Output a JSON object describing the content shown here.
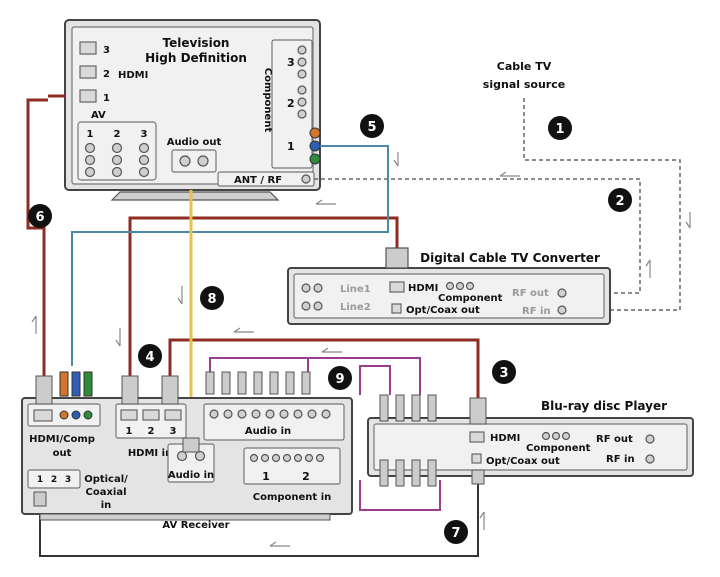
{
  "labels": {
    "tv_title_1": "Television",
    "tv_title_2": "High Definition",
    "tv_hdmi": "HDMI",
    "tv_av": "AV",
    "tv_component": "Component",
    "tv_audio_out": "Audio out",
    "tv_ant_rf": "ANT / RF",
    "tv_hdmi_3": "3",
    "tv_hdmi_2": "2",
    "tv_hdmi_1": "1",
    "tv_comp_3": "3",
    "tv_comp_2": "2",
    "tv_comp_1": "1",
    "tv_av_1": "1",
    "tv_av_2": "2",
    "tv_av_3": "3",
    "cable_source_1": "Cable TV",
    "cable_source_2": "signal source",
    "converter_title": "Digital Cable TV Converter",
    "converter_line1": "Line1",
    "converter_line2": "Line2",
    "converter_hdmi": "HDMI",
    "converter_component": "Component",
    "converter_opt": "Opt/Coax out",
    "converter_rf_out": "RF out",
    "converter_rf_in": "RF in",
    "receiver_hdmi_comp_1": "HDMI/Comp",
    "receiver_hdmi_comp_2": "out",
    "receiver_hdmi_in": "HDMI in",
    "receiver_hdmi_in_1": "1",
    "receiver_hdmi_in_2": "2",
    "receiver_hdmi_in_3": "3",
    "receiver_audio_in_top": "Audio in",
    "receiver_audio_in": "Audio in",
    "receiver_component_in": "Component in",
    "receiver_comp_1": "1",
    "receiver_comp_2": "2",
    "receiver_optical_1": "Optical/",
    "receiver_optical_2": "Coaxial",
    "receiver_optical_3": "in",
    "receiver_opt_1": "1",
    "receiver_opt_2": "2",
    "receiver_opt_3": "3",
    "receiver_title": "AV Receiver",
    "bluray_title": "Blu-ray disc Player",
    "bluray_hdmi": "HDMI",
    "bluray_component": "Component",
    "bluray_opt": "Opt/Coax out",
    "bluray_rf_out": "RF out",
    "bluray_rf_in": "RF in"
  },
  "markers": [
    "1",
    "2",
    "3",
    "4",
    "5",
    "6",
    "7",
    "8",
    "9"
  ],
  "colors": {
    "hdmi_cable": "#8e2b22",
    "component_cable": "#4a8aa8",
    "video_cable": "#e9c24a",
    "audio_cable": "#9a3f8f",
    "rf_cable": "#666666",
    "marker_fill": "#111111",
    "comp_red": "#c0392b",
    "comp_green": "#2e8b3a",
    "comp_blue": "#2f5fb3",
    "comp_orange": "#d2762a"
  }
}
